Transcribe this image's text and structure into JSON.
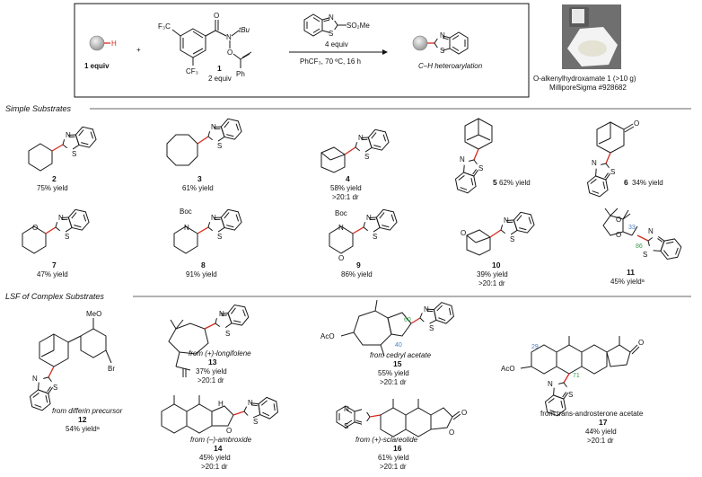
{
  "scheme": {
    "substrate_label": "1 equiv",
    "substrate_atom": "H",
    "plus": "+",
    "reagent_number": "1",
    "reagent_equiv": "2 equiv",
    "reagent_atoms": {
      "cf3_top": "F₃C",
      "cf3_bottom": "CF₃",
      "n": "N",
      "o_carbonyl": "O",
      "o_ether": "O",
      "tbu": "tBu",
      "ph": "Ph"
    },
    "het_reagent_atoms": {
      "n": "N",
      "s": "S",
      "so2me": "SO₂Me"
    },
    "het_reagent_equiv": "4 equiv",
    "conditions": "PhCF₃, 70 ºC, 16 h",
    "product_label": "C–H heteroarylation",
    "photo_caption_1": "O-alkenylhydroxamate 1 (>10 g)",
    "photo_caption_2": "MilliporeSigma #928682"
  },
  "sections": {
    "simple": "Simple Substrates",
    "lsf": "LSF of Complex Substrates"
  },
  "compounds_simple": [
    {
      "number": "2",
      "yield": "75% yield",
      "dr": ""
    },
    {
      "number": "3",
      "yield": "61% yield",
      "dr": ""
    },
    {
      "number": "4",
      "yield": "58% yield",
      "dr": ">20:1 dr"
    },
    {
      "number": "5",
      "yield": "62% yield",
      "dr": ""
    },
    {
      "number": "6",
      "yield": "34% yield",
      "dr": ""
    },
    {
      "number": "7",
      "yield": "47% yield",
      "dr": ""
    },
    {
      "number": "8",
      "yield": "91% yield",
      "dr": ""
    },
    {
      "number": "9",
      "yield": "86% yield",
      "dr": ""
    },
    {
      "number": "10",
      "yield": "39% yield",
      "dr": ">20:1 dr"
    },
    {
      "number": "11",
      "yield": "45% yieldᵃ",
      "dr": ""
    }
  ],
  "compounds_lsf": [
    {
      "number": "12",
      "source": "from differin precursor",
      "yield": "54% yieldᵃ",
      "dr": ""
    },
    {
      "number": "13",
      "source": "from (+)-longifolene",
      "yield": "37% yield",
      "dr": ">20:1 dr"
    },
    {
      "number": "14",
      "source": "from (–)-ambroxide",
      "yield": "45% yield",
      "dr": ">20:1 dr"
    },
    {
      "number": "15",
      "source": "from cedryl acetate",
      "yield": "55% yield",
      "dr": ">20:1 dr"
    },
    {
      "number": "16",
      "source": "from (+)-sclareolide",
      "yield": "61% yield",
      "dr": ">20:1 dr"
    },
    {
      "number": "17",
      "source": "from trans-androsterone acetate",
      "yield": "44% yield",
      "dr": ">20:1 dr"
    }
  ],
  "atom_labels": {
    "n": "N",
    "s": "S",
    "o": "O",
    "boc": "Boc",
    "br": "Br",
    "meo": "MeO",
    "aco": "AcO",
    "h": "H",
    "c33": "33",
    "c86": "86",
    "c40": "40",
    "c60": "60",
    "c29": "29",
    "c71": "71"
  },
  "colors": {
    "new_bond": "#d62a1e",
    "substrate_ball": "#b8b8b8",
    "label_blue": "#4a7fc1",
    "label_green": "#3aa04a"
  }
}
